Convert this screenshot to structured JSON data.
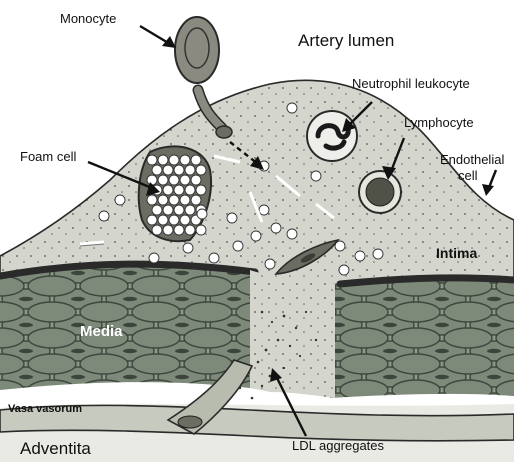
{
  "labels": {
    "monocyte": "Monocyte",
    "artery_lumen": "Artery lumen",
    "neutrophil": "Neutrophil leukocyte",
    "lymphocyte": "Lymphocyte",
    "foam_cell": "Foam cell",
    "endothelial_1": "Endothelial",
    "endothelial_2": "cell",
    "intima": "Intima",
    "media": "Media",
    "vasa_vasorum": "Vasa vasorum",
    "adventita": "Adventita",
    "ldl_aggregates": "LDL aggregates"
  },
  "colors": {
    "intima_fill": "#d4d6cd",
    "media_fill": "#8e9a8a",
    "media_cell": "#5e6a5c",
    "cell_dark": "#6b6c62",
    "lamina": "#2a2a2a",
    "adventitia_fill": "#c7cabe"
  }
}
